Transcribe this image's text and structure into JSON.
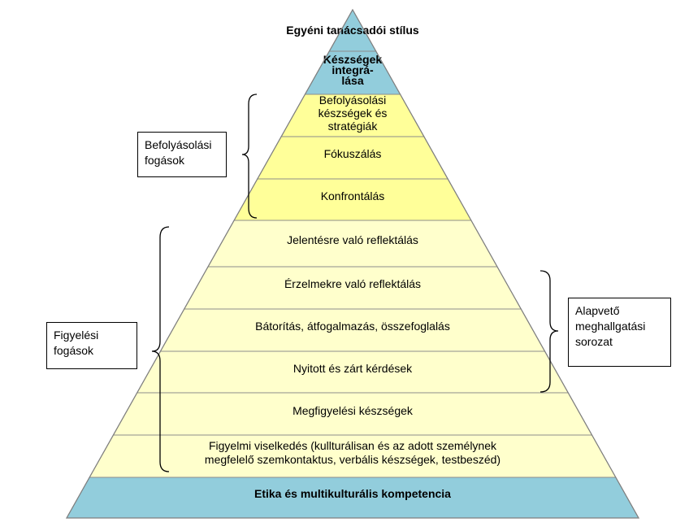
{
  "pyramid": {
    "levels": [
      {
        "lines": [
          "Egyéni tanácsadói stílus"
        ],
        "bold": true,
        "fill": "#92CDDC"
      },
      {
        "lines": [
          "Készségek",
          "integrá-",
          "lása"
        ],
        "bold": true,
        "fill": "#92CDDC"
      },
      {
        "lines": [
          "Befolyásolási",
          "készségek és",
          "stratégiák"
        ],
        "bold": false,
        "fill": "#FFFF99"
      },
      {
        "lines": [
          "Fókuszálás"
        ],
        "bold": false,
        "fill": "#FFFF99"
      },
      {
        "lines": [
          "Konfrontálás"
        ],
        "bold": false,
        "fill": "#FFFF99"
      },
      {
        "lines": [
          "Jelentésre való reflektálás"
        ],
        "bold": false,
        "fill": "#FFFFCC"
      },
      {
        "lines": [
          "Érzelmekre való reflektálás"
        ],
        "bold": false,
        "fill": "#FFFFCC"
      },
      {
        "lines": [
          "Bátorítás, átfogalmazás, összefoglalás"
        ],
        "bold": false,
        "fill": "#FFFFCC"
      },
      {
        "lines": [
          "Nyitott és zárt kérdések"
        ],
        "bold": false,
        "fill": "#FFFFCC"
      },
      {
        "lines": [
          "Megfigyelési készségek"
        ],
        "bold": false,
        "fill": "#FFFFCC"
      },
      {
        "lines": [
          "Figyelmi viselkedés (kullturálisan és az adott személynek",
          "megfelelő szemkontaktus, verbális készségek, testbeszéd)"
        ],
        "bold": false,
        "fill": "#FFFFCC"
      },
      {
        "lines": [
          "Etika és multikulturális kompetencia"
        ],
        "bold": true,
        "fill": "#92CDDC"
      }
    ]
  },
  "labels": {
    "influencing": [
      "Befolyásolási",
      "fogások"
    ],
    "attending": [
      "Figyelési",
      "fogások"
    ],
    "listening": [
      "Alapvető",
      "meghallgatási",
      "sorozat"
    ]
  }
}
